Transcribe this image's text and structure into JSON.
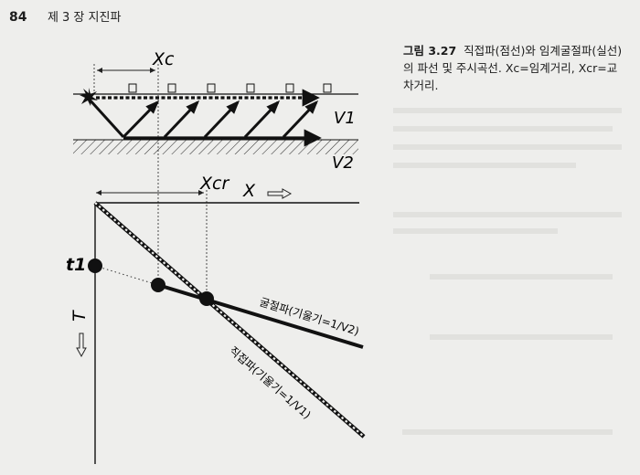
{
  "header": {
    "page_number": "84",
    "chapter": "제 3 장  지진파"
  },
  "caption": {
    "label": "그림 3.27",
    "text": "직접파(점선)와 임계굴절파(실선)의 파선 및 주시곡선. Xc=임계거리, Xcr=교차거리."
  },
  "figure": {
    "labels": {
      "xc": "Xc",
      "v1": "V1",
      "v2": "V2",
      "xcr": "Xcr",
      "x_axis": "X",
      "t_axis": "T",
      "t1": "t1",
      "refracted_line": "굴절파(기울기=1/V2)",
      "direct_line": "직접파(기울기=1/V1)"
    }
  }
}
